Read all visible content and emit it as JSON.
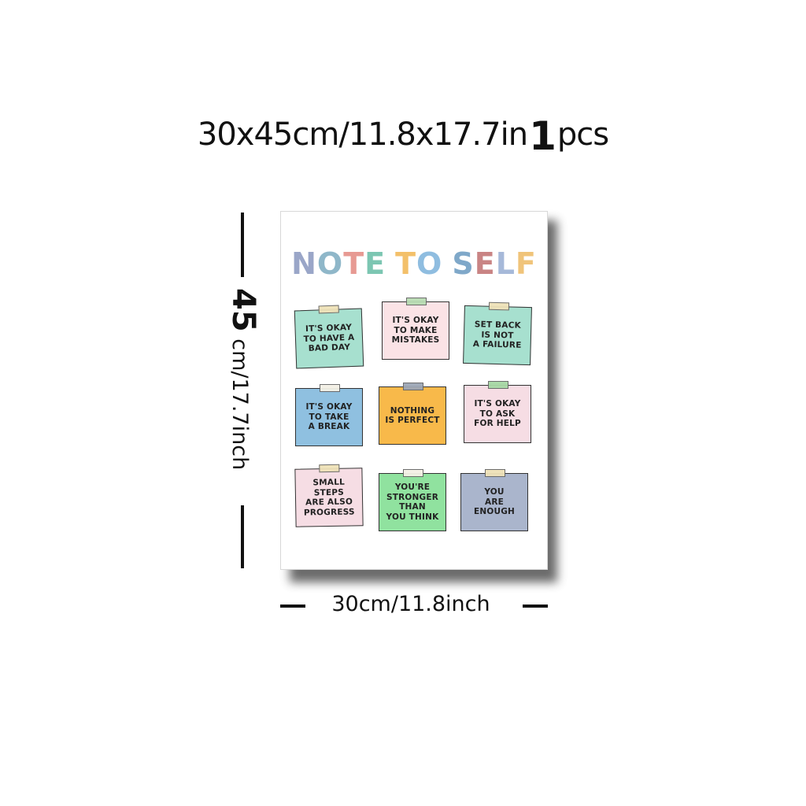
{
  "headline": {
    "prefix": "30x45cm/11.8x17.7in",
    "count": "1",
    "suffix": "pcs"
  },
  "poster": {
    "title_letters": [
      {
        "ch": "N",
        "color": "#9aa6c8"
      },
      {
        "ch": "O",
        "color": "#8fb7c9"
      },
      {
        "ch": "T",
        "color": "#e79a93"
      },
      {
        "ch": "E",
        "color": "#7cc6b2"
      },
      {
        "ch": " ",
        "color": "#ffffff"
      },
      {
        "ch": "T",
        "color": "#f3c06a"
      },
      {
        "ch": "O",
        "color": "#8fbde0"
      },
      {
        "ch": " ",
        "color": "#ffffff"
      },
      {
        "ch": "S",
        "color": "#7fa8c9"
      },
      {
        "ch": "E",
        "color": "#c98484"
      },
      {
        "ch": "L",
        "color": "#a6b9d9"
      },
      {
        "ch": "F",
        "color": "#f0c47a"
      }
    ],
    "notes": [
      {
        "text": "IT'S OKAY\nTO HAVE A\nBAD DAY",
        "bg": "#a7e0cf",
        "tape": "#efe2b8"
      },
      {
        "text": "IT'S OKAY\nTO MAKE\nMISTAKES",
        "bg": "#fbe3e6",
        "tape": "#b8dcb3"
      },
      {
        "text": "SET BACK\nIS NOT\nA FAILURE",
        "bg": "#a7e0cf",
        "tape": "#efe2b8"
      },
      {
        "text": "IT'S OKAY\nTO TAKE\nA BREAK",
        "bg": "#8fc0e0",
        "tape": "#f4f1e6"
      },
      {
        "text": "NOTHING\nIS PERFECT",
        "bg": "#f8b94a",
        "tape": "#9da6b5"
      },
      {
        "text": "IT'S OKAY\nTO ASK\nFOR HELP",
        "bg": "#f6dde4",
        "tape": "#a7d8a5"
      },
      {
        "text": "SMALL\nSTEPS\nARE ALSO\nPROGRESS",
        "bg": "#f6dde4",
        "tape": "#efe2b8"
      },
      {
        "text": "YOU'RE\nSTRONGER\nTHAN\nYOU THINK",
        "bg": "#90e29f",
        "tape": "#f4f1e6"
      },
      {
        "text": "YOU\nARE\nENOUGH",
        "bg": "#aab5cc",
        "tape": "#efe2b8"
      }
    ]
  },
  "height_label": {
    "num": "45",
    "rest": " cm/17.7inch"
  },
  "width_label": "30cm/11.8inch"
}
